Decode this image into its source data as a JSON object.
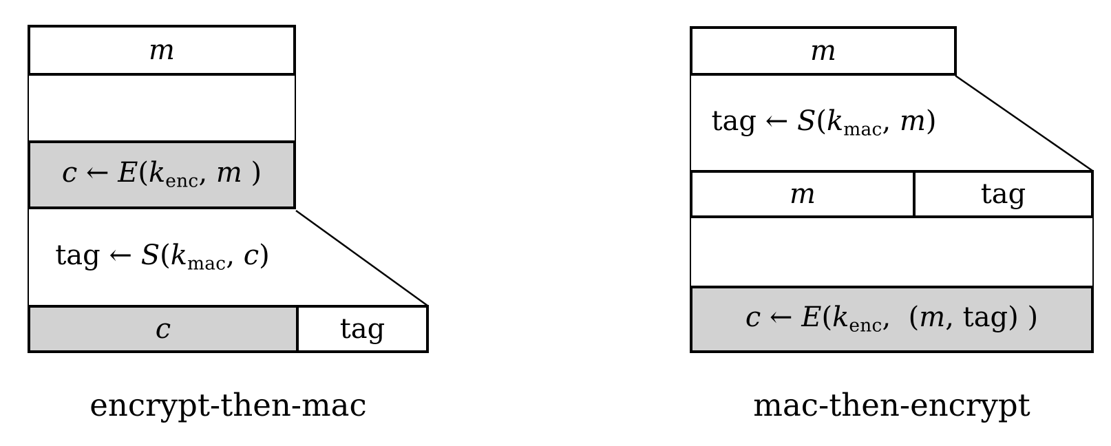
{
  "colors": {
    "background": "#ffffff",
    "line": "#000000",
    "gray_fill": "#d2d2d2"
  },
  "left_diagram": {
    "caption": "encrypt-then-mac",
    "message_box": {
      "label": "m"
    },
    "encrypt_box": {
      "formula": [
        {
          "t": "c",
          "i": 1
        },
        {
          "t": " ← "
        },
        {
          "t": "E",
          "i": 1
        },
        {
          "t": "("
        },
        {
          "t": "k",
          "i": 1
        },
        {
          "t": "enc",
          "sub": 1
        },
        {
          "t": ", "
        },
        {
          "t": "m",
          "i": 1
        },
        {
          "t": " )"
        }
      ]
    },
    "mac_step": {
      "formula": [
        {
          "t": "tag"
        },
        {
          "t": " ← "
        },
        {
          "t": "S",
          "i": 1
        },
        {
          "t": "("
        },
        {
          "t": "k",
          "i": 1
        },
        {
          "t": "mac",
          "sub": 1
        },
        {
          "t": ", "
        },
        {
          "t": "c",
          "i": 1
        },
        {
          "t": ")"
        }
      ]
    },
    "output_row": {
      "ciphertext_cell": "c",
      "tag_cell": "tag"
    }
  },
  "right_diagram": {
    "caption": "mac-then-encrypt",
    "message_box": {
      "label": "m"
    },
    "mac_step": {
      "formula": [
        {
          "t": "tag"
        },
        {
          "t": " ← "
        },
        {
          "t": "S",
          "i": 1
        },
        {
          "t": "("
        },
        {
          "t": "k",
          "i": 1
        },
        {
          "t": "mac",
          "sub": 1
        },
        {
          "t": ", "
        },
        {
          "t": "m",
          "i": 1
        },
        {
          "t": ")"
        }
      ]
    },
    "concat_row": {
      "message_cell": "m",
      "tag_cell": "tag"
    },
    "encrypt_box": {
      "formula": [
        {
          "t": "c",
          "i": 1
        },
        {
          "t": " ← "
        },
        {
          "t": "E",
          "i": 1
        },
        {
          "t": "("
        },
        {
          "t": "k",
          "i": 1
        },
        {
          "t": "enc",
          "sub": 1
        },
        {
          "t": ",  ("
        },
        {
          "t": "m",
          "i": 1
        },
        {
          "t": ", tag) )"
        }
      ]
    }
  }
}
